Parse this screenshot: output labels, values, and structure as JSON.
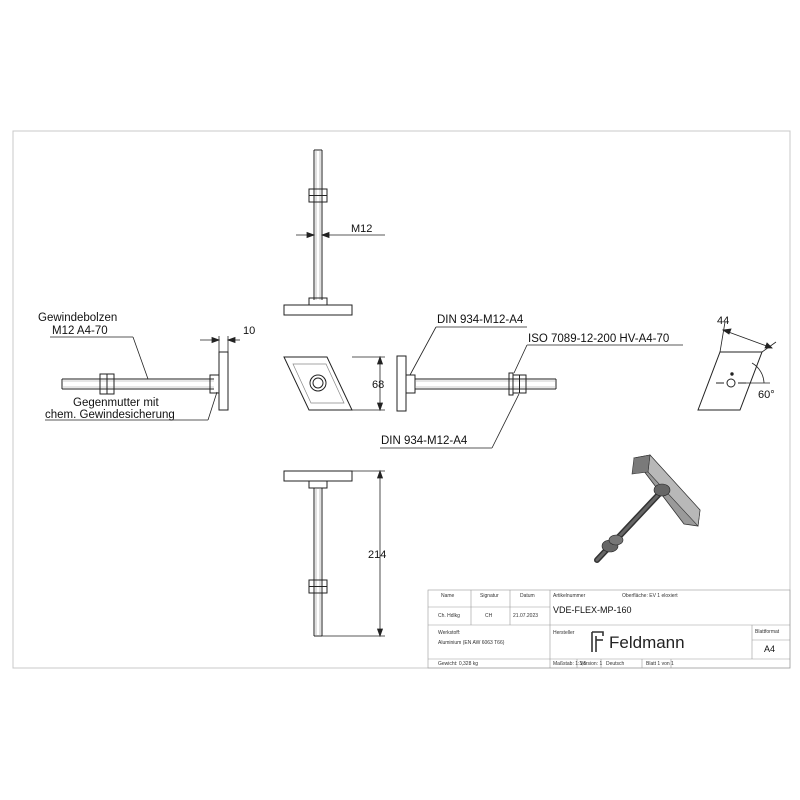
{
  "labels": {
    "bolt_line1": "Gewindebolzen",
    "bolt_line2": "M12 A4-70",
    "counter_line1": "Gegenmutter mit",
    "counter_line2": "chem. Gewindesicherung",
    "nut_top": "DIN 934-M12-A4",
    "washer": "ISO 7089-12-200 HV-A4-70",
    "nut_bottom": "DIN 934-M12-A4"
  },
  "dimensions": {
    "thread": "M12",
    "plate_thickness": "10",
    "plate_height": "68",
    "plate_width": "44",
    "angle": "60°",
    "total_length": "214"
  },
  "title_block": {
    "col_name": "Name",
    "col_signature": "Signatur",
    "col_date": "Datum",
    "col_article": "Artikelnummer",
    "col_surface": "Oberfläche: EV 1 eloxiert",
    "row_checked": "Ch. Hdlkg",
    "row_initials": "CH",
    "row_date": "21.07.2023",
    "article_number": "VDE-FLEX-MP-160",
    "material_label": "Werkstoff:",
    "material_value": "Aluminium (EN AW 6063 T66)",
    "manufacturer_label": "Hersteller",
    "company": "Feldmann",
    "format_label": "Blattformat",
    "format_value": "A4",
    "weight": "Gewicht: 0,328 kg",
    "scale": "Maßstab: 1:3,5",
    "version": "Version: 1",
    "language": "Deutsch",
    "sheet": "Blatt 1 von 1"
  }
}
